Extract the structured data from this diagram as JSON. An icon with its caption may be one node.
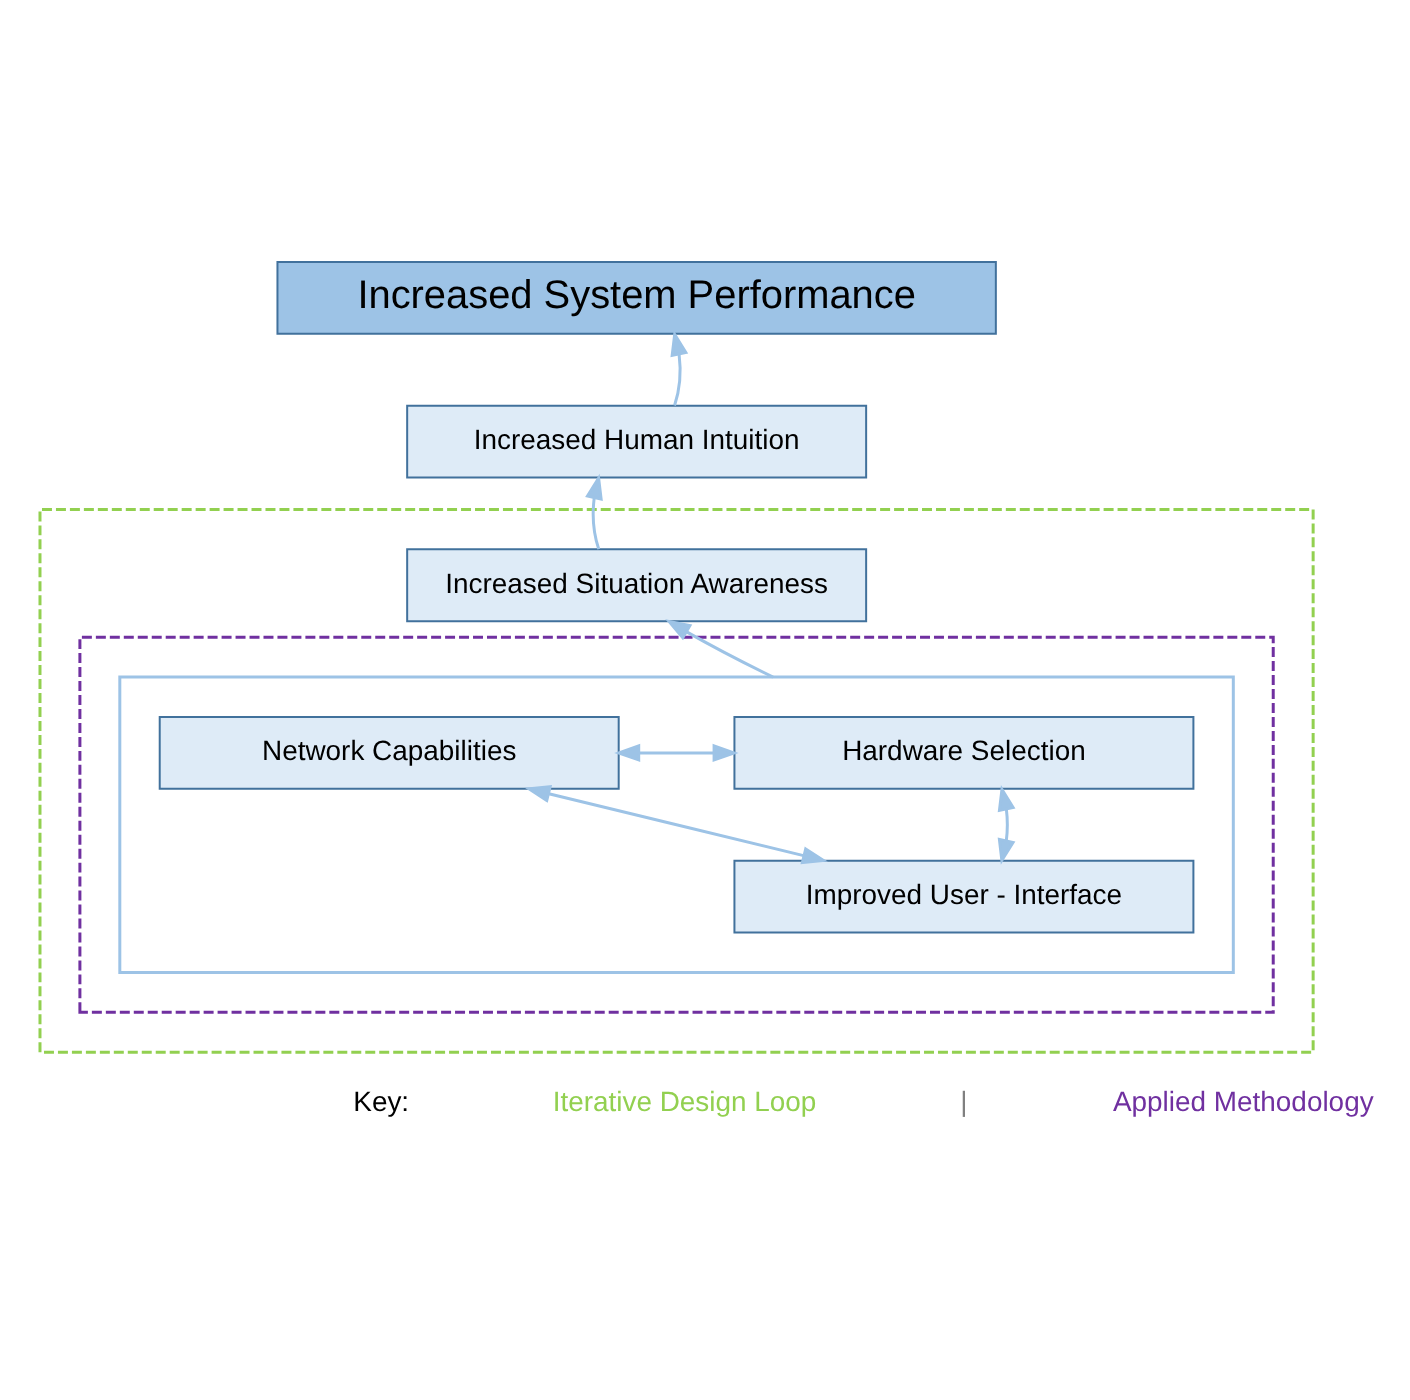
{
  "diagram": {
    "nodes": [
      {
        "text": [
          "Increased System Performance"
        ]
      },
      {
        "text": [
          "Increased Human Intuition"
        ]
      },
      {
        "text": [],
        "shape": "box"
      },
      {
        "text": [
          "Increased Situation Awareness"
        ],
        "in": 2
      },
      {
        "text": [],
        "shape": "box",
        "in": 2
      },
      {
        "text": [],
        "shape": "box",
        "in": 4
      },
      {
        "text": [
          "Hardware Selection"
        ],
        "in": 5
      },
      {
        "text": [
          "Network Capabilities"
        ],
        "in": 5
      },
      {
        "text": [
          "Improved User - Interface"
        ],
        "in": 5
      }
    ],
    "edges": [
      {
        "from": 5,
        "to": 3,
        "arrow": "to"
      },
      {
        "from": 3,
        "to": 1,
        "arrow": "to"
      },
      {
        "from": 1,
        "to": 0,
        "arrow": "to"
      },
      {
        "from": 6,
        "to": 7,
        "arrow": "both"
      },
      {
        "from": 6,
        "to": 8,
        "arrow": "both"
      },
      {
        "from": 7,
        "to": 8,
        "arrow": "both"
      }
    ],
    "labels": [
      "Key:",
      "|"
    ],
    "legend": [
      {
        "text": "Iterative Design Loop",
        "color": "#92d050"
      },
      {
        "text": "Applied Methodology",
        "color": "#7030a0"
      }
    ]
  }
}
